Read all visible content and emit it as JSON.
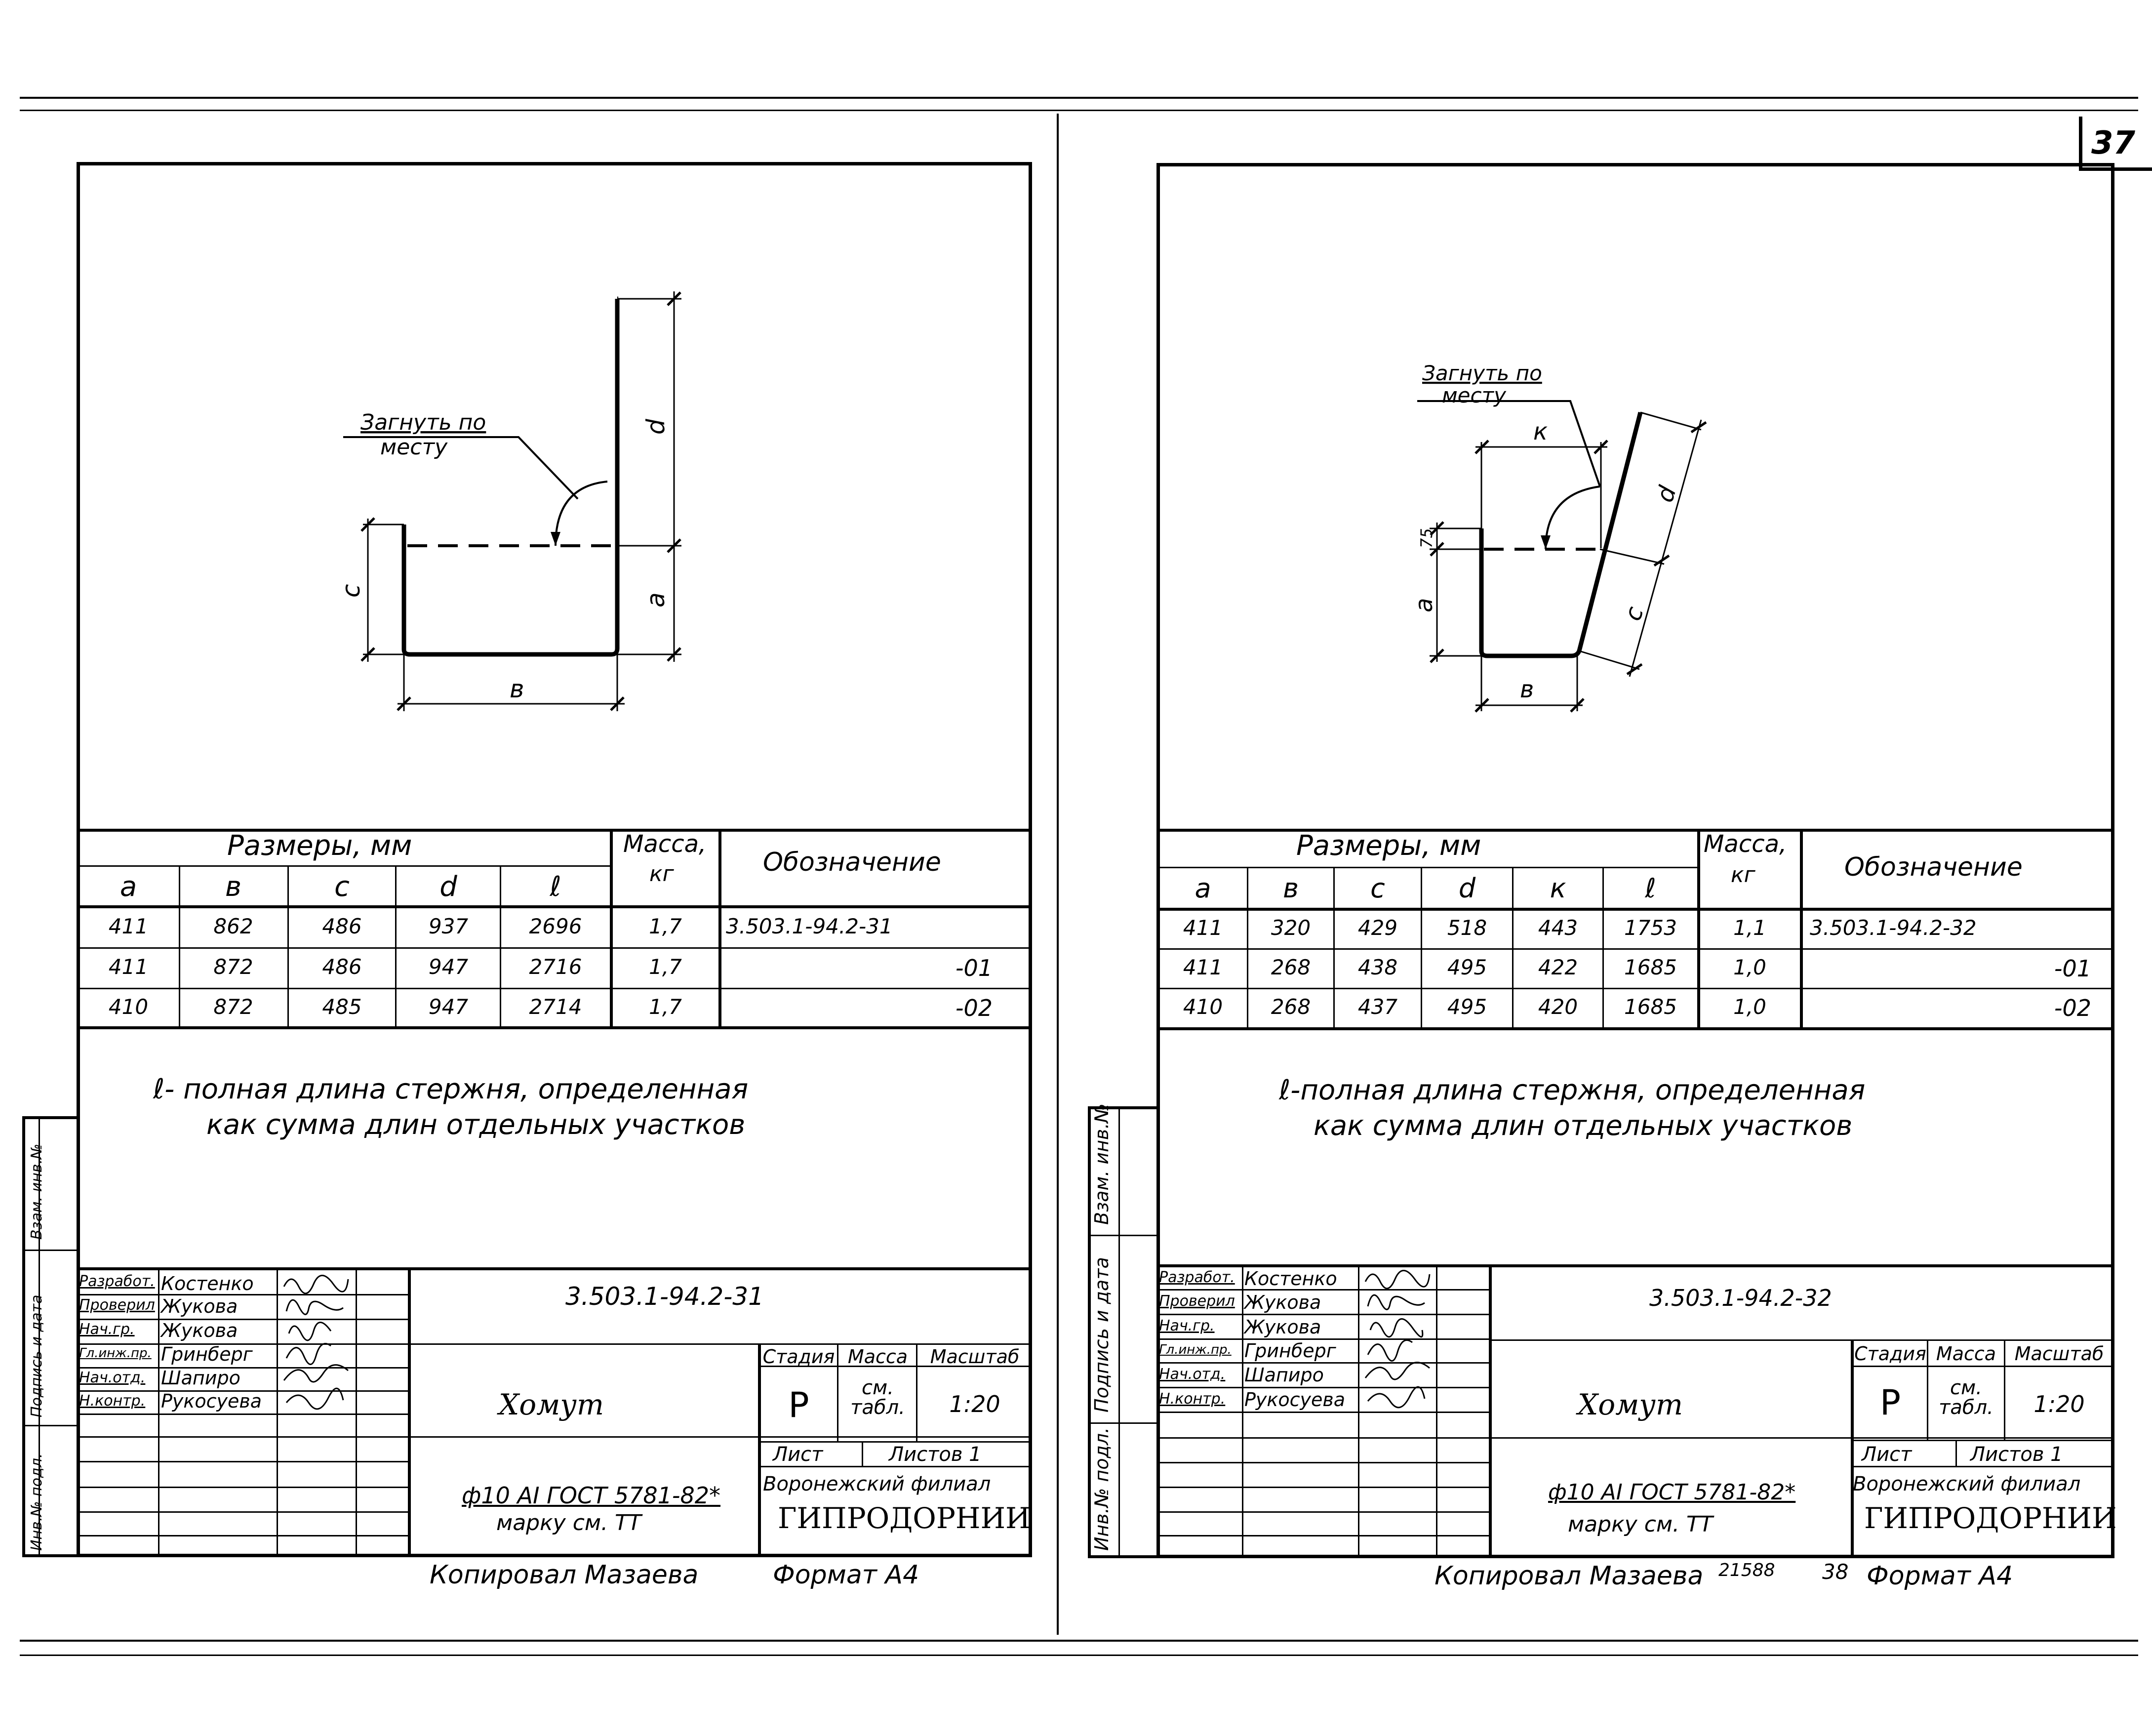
{
  "page_number": "37",
  "sheets": [
    {
      "id": "left",
      "drawing": {
        "callout": [
          "Загнуть по",
          "месту"
        ],
        "dims": {
          "a": "a",
          "b": "в",
          "c": "c",
          "d": "d"
        }
      },
      "table": {
        "group_header": "Размеры, мм",
        "mass_header": [
          "Масса,",
          "кг"
        ],
        "designation_header": "Обозначение",
        "columns": [
          "a",
          "в",
          "c",
          "d",
          "ℓ"
        ],
        "rows": [
          {
            "cells": [
              "411",
              "862",
              "486",
              "937",
              "2696"
            ],
            "mass": "1,7",
            "designation": "3.503.1-94.2-31"
          },
          {
            "cells": [
              "411",
              "872",
              "486",
              "947",
              "2716"
            ],
            "mass": "1,7",
            "designation": "-01"
          },
          {
            "cells": [
              "410",
              "872",
              "485",
              "947",
              "2714"
            ],
            "mass": "1,7",
            "designation": "-02"
          }
        ]
      },
      "note": [
        "ℓ- полная длина стержня, определенная",
        "как сумма длин отдельных участков"
      ],
      "side_labels": [
        "Инв.№ подл.",
        "Подпись и дата",
        "Взам. инв.№"
      ],
      "stamp": {
        "code": "3.503.1-94.2-31",
        "people": [
          {
            "role": "Разработ.",
            "name": "Костенко"
          },
          {
            "role": "Проверил",
            "name": "Жукова"
          },
          {
            "role": "Нач.гр.",
            "name": "Жукова"
          },
          {
            "role": "Гл.инж.пр.",
            "name": "Гринберг"
          },
          {
            "role": "Нач.отд.",
            "name": "Шапиро"
          },
          {
            "role": "Н.контр.",
            "name": "Рукосуева"
          }
        ],
        "title": "Хомут",
        "material": "ф10 AI ГОСТ 5781-82*",
        "material2": "марку см. ТТ",
        "stage_h": "Стадия",
        "mass_h": "Масса",
        "scale_h": "Масштаб",
        "stage": "Р",
        "mass": "см. табл.",
        "scale": "1:20",
        "sheet_h": "Лист",
        "sheets_h": "Листов 1",
        "org1": "Воронежский филиал",
        "org2": "ГИПРОДОРНИИ"
      },
      "footer": {
        "copied": "Копировал Мазаева",
        "format": "Формат А4"
      }
    },
    {
      "id": "right",
      "drawing": {
        "callout": [
          "Загнуть по",
          "месту"
        ],
        "dims": {
          "a": "a",
          "b": "в",
          "c": "c",
          "d": "d",
          "k": "к",
          "t": "75"
        }
      },
      "table": {
        "group_header": "Размеры, мм",
        "mass_header": [
          "Масса,",
          "кг"
        ],
        "designation_header": "Обозначение",
        "columns": [
          "a",
          "в",
          "c",
          "d",
          "к",
          "ℓ"
        ],
        "rows": [
          {
            "cells": [
              "411",
              "320",
              "429",
              "518",
              "443",
              "1753"
            ],
            "mass": "1,1",
            "designation": "3.503.1-94.2-32"
          },
          {
            "cells": [
              "411",
              "268",
              "438",
              "495",
              "422",
              "1685"
            ],
            "mass": "1,0",
            "designation": "-01"
          },
          {
            "cells": [
              "410",
              "268",
              "437",
              "495",
              "420",
              "1685"
            ],
            "mass": "1,0",
            "designation": "-02"
          }
        ]
      },
      "note": [
        "ℓ-полная длина стержня, определенная",
        "как сумма длин отдельных участков"
      ],
      "side_labels": [
        "Инв.№ подл.",
        "Подпись и дата",
        "Взам. инв.№"
      ],
      "stamp": {
        "code": "3.503.1-94.2-32",
        "people": [
          {
            "role": "Разработ.",
            "name": "Костенко"
          },
          {
            "role": "Проверил",
            "name": "Жукова"
          },
          {
            "role": "Нач.гр.",
            "name": "Жукова"
          },
          {
            "role": "Гл.инж.пр.",
            "name": "Гринберг"
          },
          {
            "role": "Нач.отд.",
            "name": "Шапиро"
          },
          {
            "role": "Н.контр.",
            "name": "Рукосуева"
          }
        ],
        "title": "Хомут",
        "material": "ф10 AI ГОСТ 5781-82*",
        "material2": "марку см. ТТ",
        "stage_h": "Стадия",
        "mass_h": "Масса",
        "scale_h": "Масштаб",
        "stage": "Р",
        "mass": "см. табл.",
        "scale": "1:20",
        "sheet_h": "Лист",
        "sheets_h": "Листов 1",
        "org1": "Воронежский филиал",
        "org2": "ГИПРОДОРНИИ"
      },
      "footer": {
        "copied": "Копировал Мазаева",
        "number": "21588",
        "page": "38",
        "format": "Формат А4"
      }
    }
  ]
}
